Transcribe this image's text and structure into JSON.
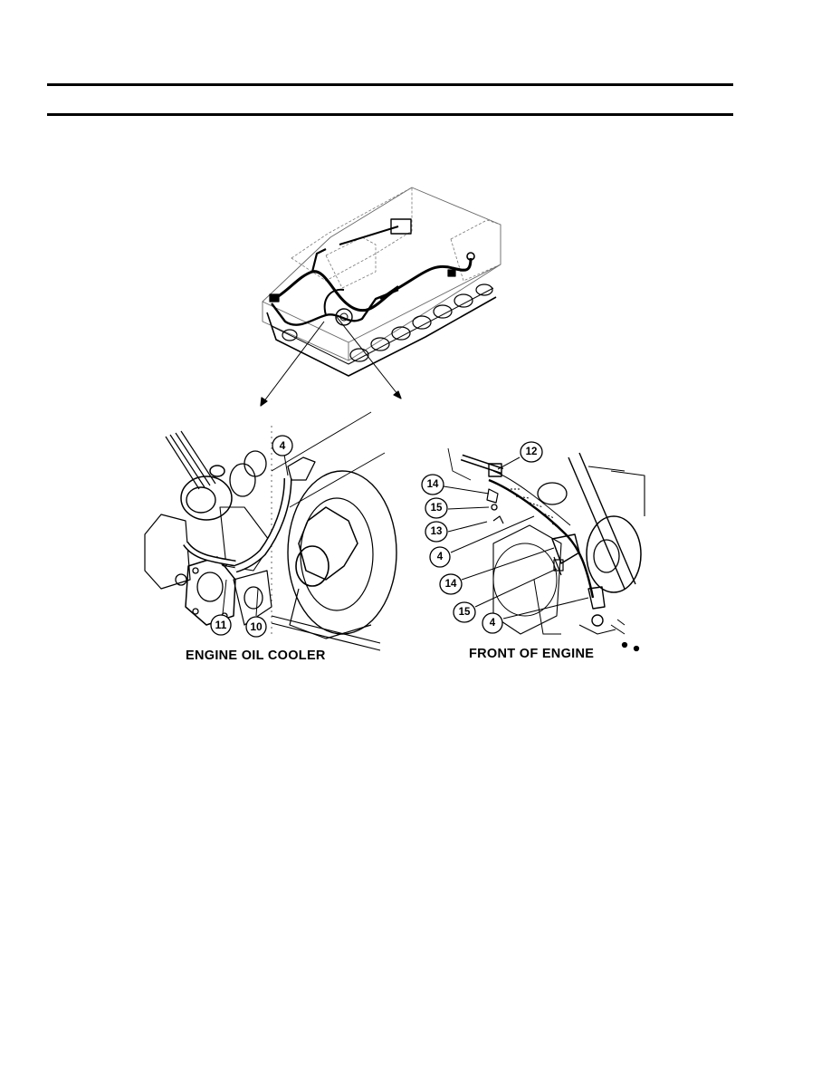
{
  "captions": {
    "left": "ENGINE OIL COOLER",
    "right": "FRONT OF ENGINE"
  },
  "callouts": {
    "left": [
      "4",
      "11",
      "10"
    ],
    "right": [
      "12",
      "14",
      "15",
      "13",
      "4",
      "14",
      "15",
      "4"
    ]
  },
  "icons": {
    "vehicle": "tracked-vehicle-harness-overview",
    "left_detail": "engine-oil-cooler-detail",
    "right_detail": "front-of-engine-detail"
  }
}
